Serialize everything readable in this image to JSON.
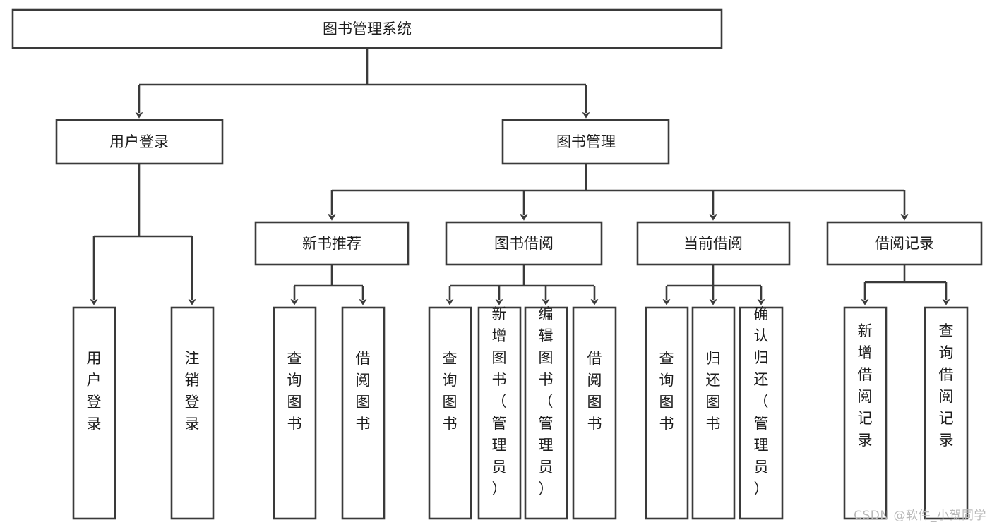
{
  "diagram": {
    "type": "tree",
    "title": "图书管理系统",
    "watermark": "CSDN @软件_小贺同学",
    "colors": {
      "stroke": "#3a3a3a",
      "fill": "#ffffff",
      "text": "#1d1d1d",
      "watermark": "#b9b9b9",
      "background": "#ffffff"
    },
    "levels": {
      "root": {
        "label": "图书管理系统"
      },
      "level2": [
        {
          "label": "用户登录"
        },
        {
          "label": "图书管理"
        }
      ],
      "level3": [
        {
          "label": "新书推荐"
        },
        {
          "label": "图书借阅"
        },
        {
          "label": "当前借阅"
        },
        {
          "label": "借阅记录"
        }
      ]
    },
    "leaves": {
      "user_login": [
        {
          "label": "用户登录"
        },
        {
          "label": "注销登录"
        }
      ],
      "new_book_recommend": [
        {
          "label": "查询图书"
        },
        {
          "label": "借阅图书"
        }
      ],
      "book_borrow": [
        {
          "label": "查询图书"
        },
        {
          "label": "新增图书（管理员）"
        },
        {
          "label": "编辑图书（管理员）"
        },
        {
          "label": "借阅图书"
        }
      ],
      "current_borrow": [
        {
          "label": "查询图书"
        },
        {
          "label": "归还图书"
        },
        {
          "label": "确认归还（管理员）"
        }
      ],
      "borrow_record": [
        {
          "label": "新增借阅记录"
        },
        {
          "label": "查询借阅记录"
        }
      ]
    }
  }
}
